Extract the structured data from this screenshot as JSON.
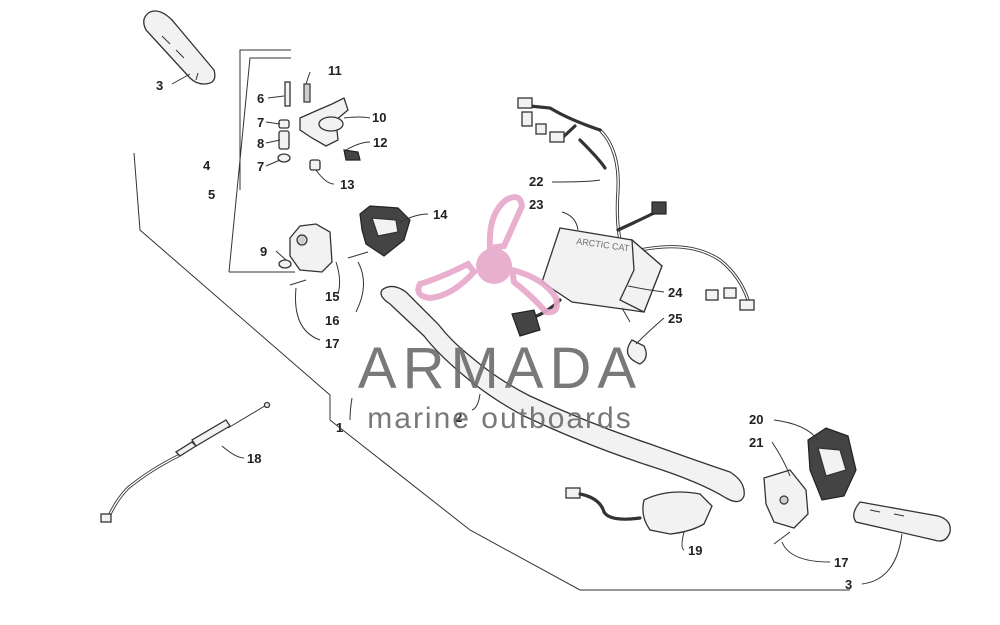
{
  "diagram": {
    "callouts": [
      {
        "id": "c3a",
        "text": "3"
      },
      {
        "id": "c6",
        "text": "6"
      },
      {
        "id": "c11",
        "text": "11"
      },
      {
        "id": "c7a",
        "text": "7"
      },
      {
        "id": "c10",
        "text": "10"
      },
      {
        "id": "c8",
        "text": "8"
      },
      {
        "id": "c12",
        "text": "12"
      },
      {
        "id": "c4",
        "text": "4"
      },
      {
        "id": "c7b",
        "text": "7"
      },
      {
        "id": "c13",
        "text": "13"
      },
      {
        "id": "c5",
        "text": "5"
      },
      {
        "id": "c14",
        "text": "14"
      },
      {
        "id": "c22",
        "text": "22"
      },
      {
        "id": "c23",
        "text": "23"
      },
      {
        "id": "c9",
        "text": "9"
      },
      {
        "id": "c15",
        "text": "15"
      },
      {
        "id": "c16",
        "text": "16"
      },
      {
        "id": "c24",
        "text": "24"
      },
      {
        "id": "c25",
        "text": "25"
      },
      {
        "id": "c17a",
        "text": "17"
      },
      {
        "id": "c1",
        "text": "1"
      },
      {
        "id": "c2",
        "text": "2"
      },
      {
        "id": "c18",
        "text": "18"
      },
      {
        "id": "c20",
        "text": "20"
      },
      {
        "id": "c21",
        "text": "21"
      },
      {
        "id": "c19",
        "text": "19"
      },
      {
        "id": "c17b",
        "text": "17"
      },
      {
        "id": "c3b",
        "text": "3"
      }
    ]
  },
  "watermark": {
    "name": "ARMADA",
    "tagline": "marine outboards",
    "logo_color": "#e8a9cc",
    "text_color": "#6e6e6e"
  },
  "box_logo_text": "ARCTIC CAT"
}
